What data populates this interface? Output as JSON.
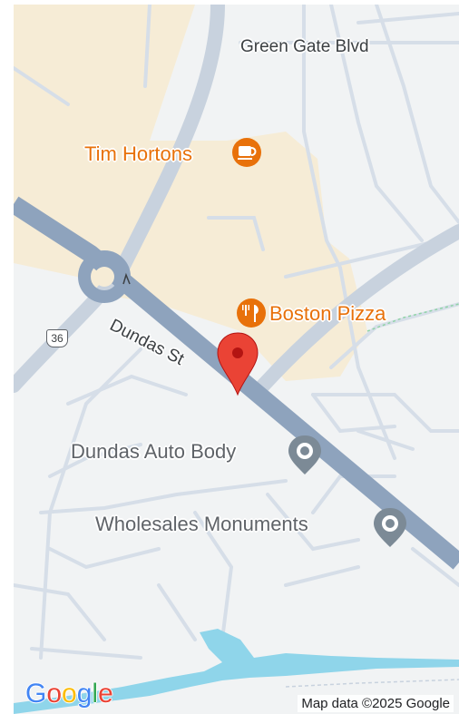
{
  "map": {
    "streets": {
      "green_gate": "Green Gate Blvd",
      "dundas": "Dundas St"
    },
    "route_shield": "36",
    "pois": {
      "tim_hortons": "Tim Hortons",
      "boston_pizza": "Boston Pizza",
      "dundas_auto_body": "Dundas Auto Body",
      "wholesales_monuments": "Wholesales Monuments"
    },
    "colors": {
      "background": "#f1f3f4",
      "commercial_area": "#f6ecd6",
      "major_road": "#8ea3bd",
      "ramp_road": "#c8d2de",
      "minor_road": "#d6dee8",
      "water": "#8fd5ea",
      "poi_food": "#e8710a",
      "poi_generic": "#7c8a96",
      "marker": "#ea4335"
    },
    "icons": {
      "tim_hortons": "coffee-icon",
      "boston_pizza": "restaurant-icon",
      "dundas_auto_body": "generic-place-icon",
      "wholesales_monuments": "generic-place-icon",
      "selected": "map-pin-icon"
    }
  },
  "branding": {
    "logo": "Google",
    "attribution": "Map data ©2025 Google"
  }
}
